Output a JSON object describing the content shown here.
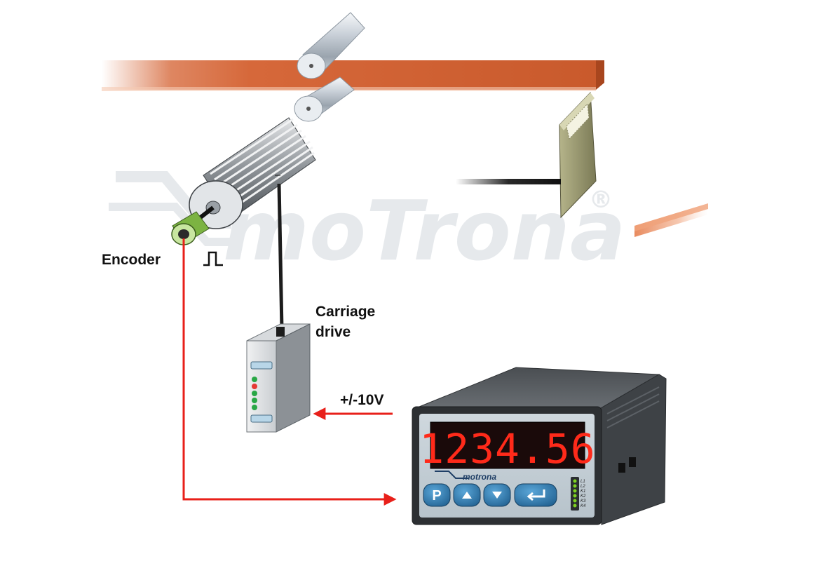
{
  "labels": {
    "encoder": "Encoder",
    "carriage_drive_line1": "Carriage",
    "carriage_drive_line2": "drive",
    "voltage": "+/-10V"
  },
  "watermark": {
    "brand": "moTrona",
    "registered": "®"
  },
  "display_unit": {
    "readout": "1234.56",
    "brand": "motrona",
    "keys": [
      "P",
      "up",
      "down",
      "enter"
    ],
    "key_p_label": "P",
    "leds": [
      "L1",
      "L2",
      "K1",
      "K2",
      "K3",
      "K4"
    ]
  },
  "icons": {
    "pulse": "pulse-signal-icon",
    "up": "arrow-up-icon",
    "down": "arrow-down-icon",
    "enter": "enter-return-icon"
  },
  "colors": {
    "strip": "#d6683a",
    "signal_wire": "#e8201a",
    "segment_display": "#ff2a1a",
    "button": "#2f7fb5",
    "led_green": "#7ed321"
  }
}
